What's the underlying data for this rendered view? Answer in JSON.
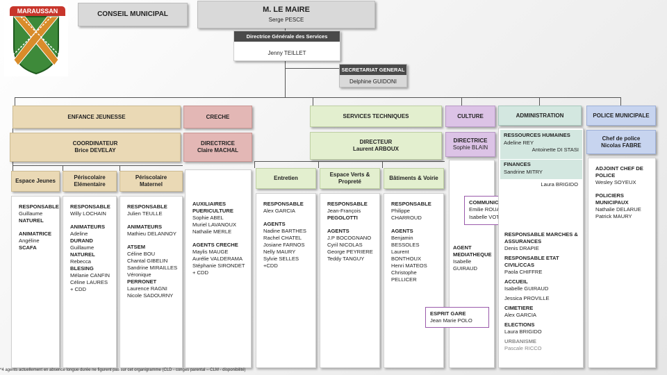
{
  "logo": {
    "text": "MARAUSSAN",
    "icon": "coat-of-arms"
  },
  "header": {
    "council": "CONSEIL MUNICIPAL",
    "mayor_title": "M. LE MAIRE",
    "mayor_name": "Serge PESCE",
    "dgs_title": "Directrice Générale des Services",
    "dgs_name": "Jenny TEILLET",
    "sec_title": "SECRETARIAT GENERAL",
    "sec_name": "Delphine GUIDONI"
  },
  "departments": {
    "enfance": "ENFANCE JEUNESSE",
    "creche": "CRECHE",
    "services": "SERVICES TECHNIQUES",
    "culture": "CULTURE",
    "admin": "ADMINISTRATION",
    "police": "POLICE MUNICIPALE"
  },
  "leaders": {
    "coord_title": "COORDINATEUR",
    "coord_name": "Brice DEVELAY",
    "creche_title": "DIRECTRICE",
    "creche_name": "Claire MACHAL",
    "st_title": "DIRECTEUR",
    "st_name": "Laurent ARBOUX",
    "culture_title": "DIRECTRICE",
    "culture_name": "Sophie BLAIN",
    "police_title": "Chef de police",
    "police_name": "Nicolas FABRE"
  },
  "subs": {
    "jeunes": "Espace Jeunes",
    "peri_elem": "Périscolaire Elémentaire",
    "peri_mat": "Périscolaire Maternel",
    "entretien": "Entretien",
    "verts": "Espace Verts & Propreté",
    "batiments": "Bâtiments & Voirie"
  },
  "columns": {
    "jeunes": [
      "RESPONSABLE",
      "Guillaume",
      "NATUREL",
      "",
      "ANIMATRICE",
      "Angéline",
      "SCAFA"
    ],
    "elem": [
      "RESPONSABLE",
      "Willy LOCHAIN",
      "",
      "ANIMATEURS",
      "Adeline",
      "DURAND",
      "Guillaume",
      "NATUREL",
      "Rebecca",
      "BLESING",
      " Mélanie CANFIN",
      " Céline LAURES",
      "+ CDD"
    ],
    "mat": [
      "RESPONSABLE",
      "Julien TEULLE",
      "",
      "ANIMATEURS",
      "Mathieu DELANNOY",
      "",
      "ATSEM",
      "Céline BOU",
      "Chantal GIBELIN",
      "Sandrine MIRAILLES",
      "Véronique",
      "PERRONET",
      "Laurence RAGNI",
      "Nicole SADOURNY"
    ],
    "creche": [
      "AUXILIAIRES",
      "PUERICULTURE",
      "Sophie ABEL",
      "Muriel LAVANOUX",
      "Nathalie MERLE",
      "",
      "AGENTS CRECHE",
      "Maylis MAUGE",
      "Aurélie VALDERAMA",
      "Stéphanie SIRONDET",
      "+ CDD"
    ],
    "entretien": [
      "RESPONSABLE",
      "Alex GARCIA",
      "",
      "AGENTS",
      "Nadine BARTHES",
      "Rachel CHATEL",
      "Josiane FARNOS",
      "Nelly MAURY",
      "Sylvie SELLES",
      "+CDD"
    ],
    "verts": [
      "RESPONSABLE",
      "Jean-François",
      "PEGOLOTTI",
      "",
      "AGENTS",
      "J.P BOCOGNANO",
      "Cyril NICOLAS",
      "George PEYRIERE",
      "Teddy TANGUY"
    ],
    "batiments": [
      "RESPONSABLE",
      "Philippe CHARROUD",
      "",
      "AGENTS",
      "Benjamin BESSOLES",
      "Laurent BONTHOUX",
      "Henri MATEOS",
      "Christophe PELLICER"
    ],
    "police": [
      "ADJOINT CHEF DE",
      "POLICE",
      "Wesley SOYEUX",
      "",
      "POLICIERS",
      "MUNICIPAUX",
      "Nathalie DELARUE",
      "Patrick MAURY"
    ]
  },
  "communication": {
    "title": "COMMUNICATION",
    "names": [
      "Emilie ROUAN",
      "Isabelle VOTOVIC"
    ]
  },
  "mediatheque": {
    "title1": "AGENT",
    "title2": "MEDIATHEQUE",
    "name1": "Isabelle",
    "name2": "GUIRAUD"
  },
  "esprit": {
    "title": "ESPRIT GARE",
    "name": "Jean Marie POLO"
  },
  "admin_top": {
    "rh_title": "RESSOURCES HUMAINES",
    "rh_name1": "Adeline REY",
    "rh_name2": "Antoinette DI STASI",
    "fin_title": "FINANCES",
    "fin_name1": "Sandrine MITRY",
    "fin_name2": "Laura BRIGIDO"
  },
  "admin_list": [
    {
      "title": "RESPONSABLE MARCHES &",
      "title2": "ASSURANCES",
      "name": "Denis DRAPIE"
    },
    {
      "title": "RESPONSABLE ETAT",
      "title2": "CIVIL/CCAS",
      "name": "Paola CHIFFRE"
    },
    {
      "title": "ACCUEIL",
      "title2": "",
      "name": "Isabelle GUIRAUD"
    },
    {
      "title": "",
      "title2": "",
      "name": "Jessica PROVILLE"
    },
    {
      "title": "CIMETIERE",
      "title2": "",
      "name": "Alex GARCIA"
    },
    {
      "title": "ELECTIONS",
      "title2": "",
      "name": "Laura BRIGIDO"
    },
    {
      "title": "URBANISME",
      "title2": "",
      "name": "Pascale RICCO"
    }
  ],
  "footnote": "*4 agents actuellement en absence longue durée ne figurent pas sur cet organigramme (CLD - conges parental – CLM - disponibilité)",
  "colors": {
    "beige": "#ead9b5",
    "pink": "#e3b7b5",
    "green": "#e3efcf",
    "purple": "#dcc3e6",
    "teal": "#d3e7e0",
    "blue": "#c7d4ef",
    "purple_border": "#9a5aab"
  }
}
